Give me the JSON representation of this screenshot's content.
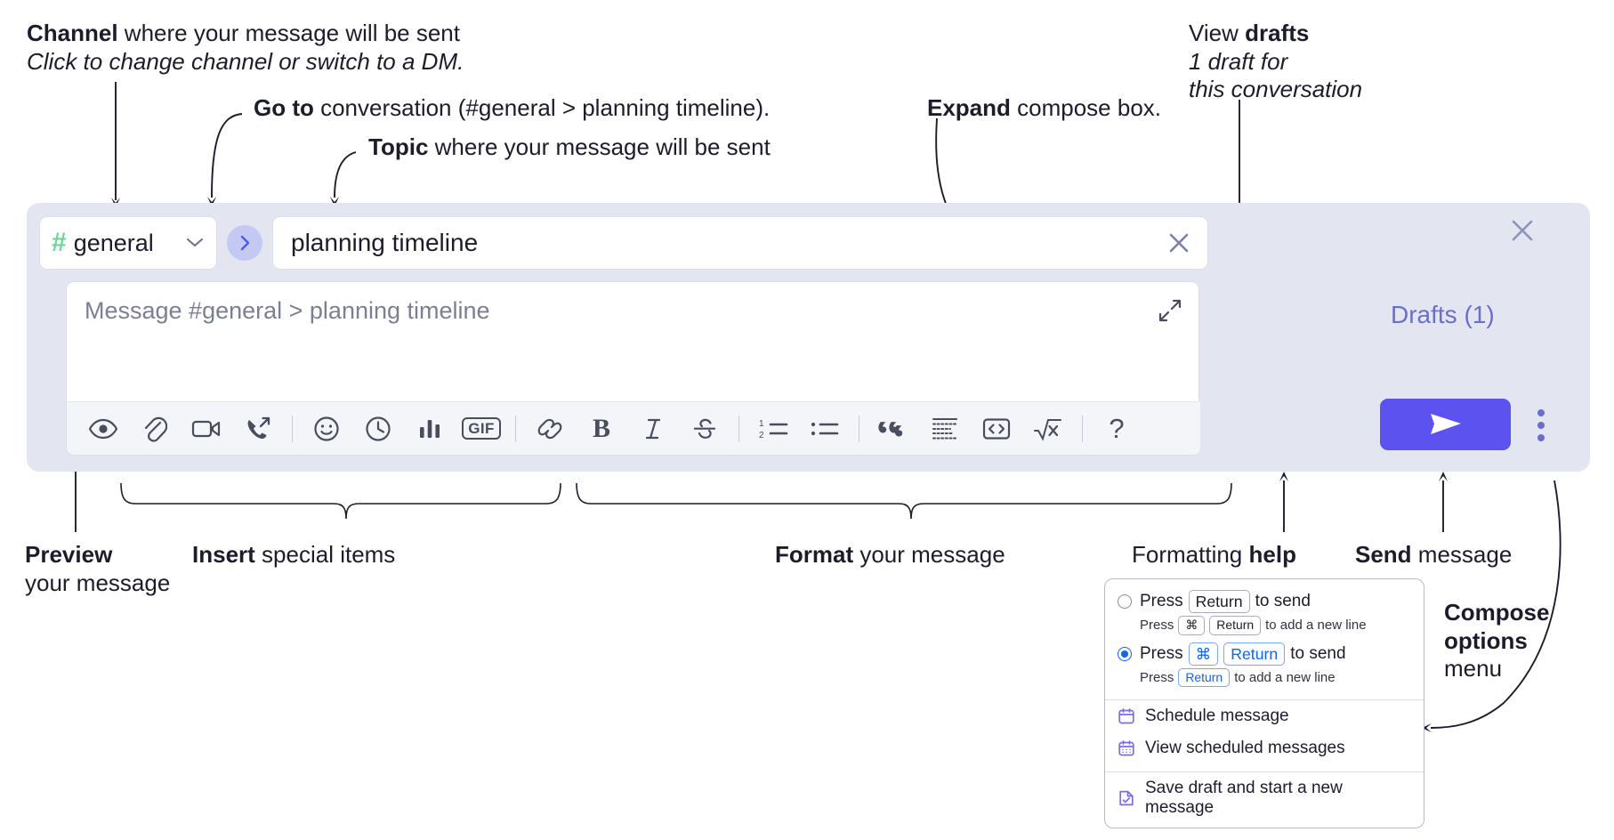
{
  "annotations": {
    "channel": {
      "bold": "Channel",
      "rest": " where your message will be sent",
      "italic": "Click to change channel or switch to a DM."
    },
    "goto": {
      "bold": "Go to",
      "rest": " conversation (#general > planning timeline)."
    },
    "topic": {
      "bold": "Topic",
      "rest": " where your message will be sent"
    },
    "expand": {
      "bold": "Expand",
      "rest": " compose box."
    },
    "drafts": {
      "prefix": "View ",
      "bold": "drafts",
      "italic_line1": "1 draft for",
      "italic_line2": "this conversation"
    },
    "preview": {
      "bold": "Preview",
      "line2": "your message"
    },
    "insert": {
      "bold": "Insert",
      "rest": " special items"
    },
    "format": {
      "bold": "Format",
      "rest": " your message"
    },
    "formatting_help": {
      "rest": "Formatting ",
      "bold": "help"
    },
    "send": {
      "bold": "Send",
      "rest": " message"
    },
    "compose_options": {
      "bold_line1": "Compose",
      "bold_line2": "options",
      "line3": "menu"
    }
  },
  "compose": {
    "channel_name": "general",
    "hash_symbol": "#",
    "hash_color": "#6fd39a",
    "topic_value": "planning timeline",
    "message_placeholder": "Message #general > planning timeline",
    "drafts_label": "Drafts (1)",
    "accent_color": "#5b52f0",
    "drafts_color": "#6b6fc9",
    "panel_bg": "#e3e5f1"
  },
  "toolbar": {
    "groups": [
      {
        "name": "insert",
        "items": [
          {
            "icon": "eye-icon",
            "label": "Preview"
          },
          {
            "icon": "paperclip-icon",
            "label": "Attach file"
          },
          {
            "icon": "video-camera-icon",
            "label": "Record video clip"
          },
          {
            "icon": "phone-forward-icon",
            "label": "Record audio clip"
          }
        ]
      },
      {
        "name": "insert2",
        "items": [
          {
            "icon": "emoji-icon",
            "label": "Emoji"
          },
          {
            "icon": "clock-icon",
            "label": "Reminder"
          },
          {
            "icon": "bar-chart-icon",
            "label": "Poll"
          },
          {
            "icon": "gif-icon",
            "label": "GIF"
          }
        ]
      },
      {
        "name": "format",
        "items": [
          {
            "icon": "link-icon",
            "label": "Link"
          },
          {
            "icon": "bold-icon",
            "label": "B"
          },
          {
            "icon": "italic-icon",
            "label": "I"
          },
          {
            "icon": "strikethrough-icon",
            "label": "Strikethrough"
          }
        ]
      },
      {
        "name": "lists",
        "items": [
          {
            "icon": "ordered-list-icon",
            "label": "Ordered list"
          },
          {
            "icon": "bulleted-list-icon",
            "label": "Bulleted list"
          }
        ]
      },
      {
        "name": "blocks",
        "items": [
          {
            "icon": "blockquote-icon",
            "label": "Blockquote"
          },
          {
            "icon": "code-block-icon",
            "label": "Code block"
          },
          {
            "icon": "code-icon",
            "label": "Code"
          },
          {
            "icon": "math-icon",
            "label": "Math"
          }
        ]
      },
      {
        "name": "help",
        "items": [
          {
            "icon": "question-mark-icon",
            "label": "?"
          }
        ]
      }
    ],
    "gif_label": "GIF",
    "bold_label": "B",
    "italic_label": "I",
    "help_label": "?",
    "math_label": "x"
  },
  "popup": {
    "options": [
      {
        "selected": false,
        "press": "Press",
        "keys": [
          "Return"
        ],
        "action": "to send",
        "sub_press": "Press",
        "sub_keys": [
          "⌘",
          "Return"
        ],
        "sub_action": "to add a new line"
      },
      {
        "selected": true,
        "press": "Press",
        "keys": [
          "⌘",
          "Return"
        ],
        "action": "to send",
        "sub_press": "Press",
        "sub_keys": [
          "Return"
        ],
        "sub_action": "to add a new line"
      }
    ],
    "menu_items": [
      {
        "icon": "calendar-icon",
        "label": "Schedule message"
      },
      {
        "icon": "calendar-grid-icon",
        "label": "View scheduled messages"
      },
      {
        "icon": "save-draft-icon",
        "label": "Save draft and start a new message"
      }
    ]
  }
}
